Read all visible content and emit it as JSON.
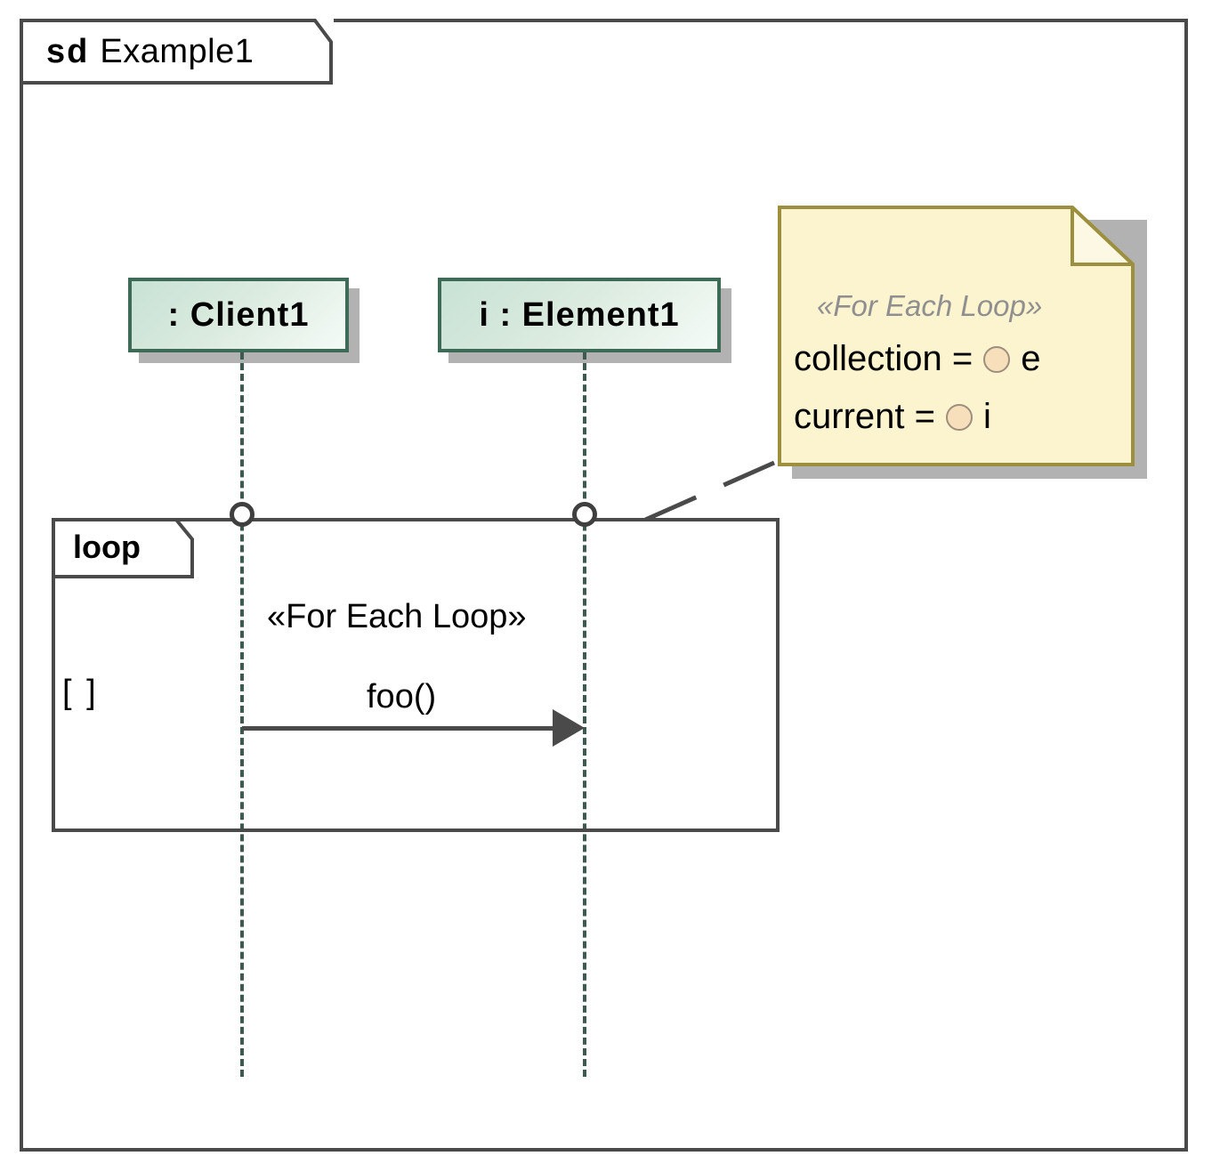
{
  "diagram": {
    "kind_keyword": "sd",
    "name": "Example1",
    "type": "uml-sequence-diagram"
  },
  "lifelines": [
    {
      "label": ": Client1",
      "name": "client1"
    },
    {
      "label": "i : Element1",
      "name": "element1"
    }
  ],
  "fragment": {
    "operator": "loop",
    "guard": "[ ]"
  },
  "message": {
    "stereotype": "«For Each Loop»",
    "name": "foo()",
    "arrow": "synchronous-call"
  },
  "note": {
    "stereotype": "«For Each Loop»",
    "rows": [
      {
        "label": "collection = ",
        "icon": "property-circle-icon",
        "value": "e"
      },
      {
        "label": "current = ",
        "icon": "property-circle-icon",
        "value": "i"
      }
    ]
  },
  "colors": {
    "frame_border": "#4a4a4a",
    "lifeline_border": "#3e6b58",
    "lifeline_fill_start": "#c8e2d6",
    "lifeline_fill_end": "#f4fbf7",
    "lifeline_dash": "#3d5a50",
    "note_fill": "#fcf3cf",
    "note_border": "#9c8f3d",
    "note_fold": "#f8eec0",
    "shadow": "#b2b2b2",
    "property_dot": "#f7dfbc",
    "stereotype_text": "#8f8f8f"
  }
}
